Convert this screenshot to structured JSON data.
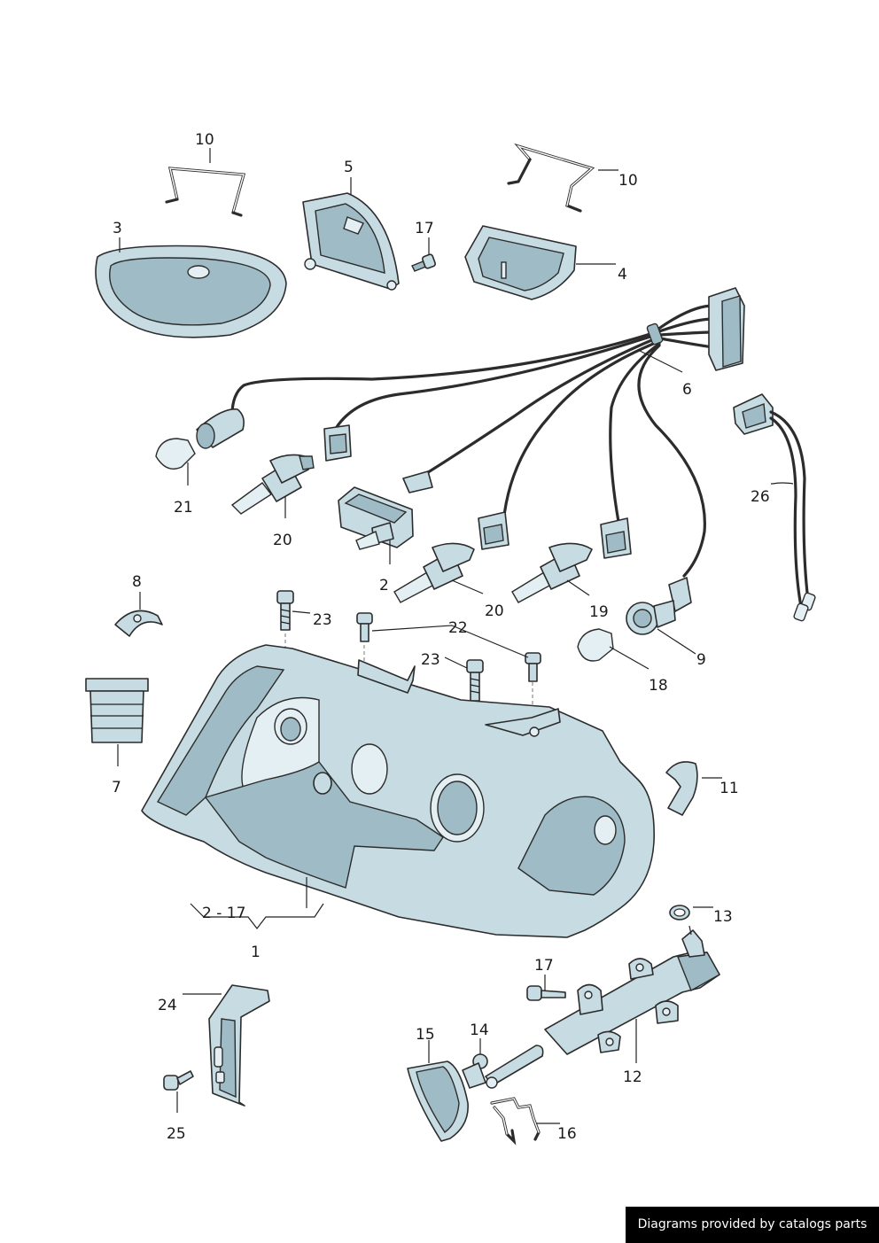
{
  "callouts": {
    "c1": "1",
    "c2_17": "2 - 17",
    "c2": "2",
    "c3": "3",
    "c4": "4",
    "c5": "5",
    "c6": "6",
    "c7": "7",
    "c8": "8",
    "c9": "9",
    "c10a": "10",
    "c10b": "10",
    "c11": "11",
    "c12": "12",
    "c13": "13",
    "c14": "14",
    "c15": "15",
    "c16": "16",
    "c17a": "17",
    "c17b": "17",
    "c18": "18",
    "c19": "19",
    "c20a": "20",
    "c20b": "20",
    "c21": "21",
    "c22": "22",
    "c23a": "23",
    "c23b": "23",
    "c24": "24",
    "c25": "25",
    "c26": "26"
  },
  "credit": "Diagrams provided by catalogs parts",
  "colors": {
    "part_fill": "#c6dbe2",
    "part_dark": "#9fbcc6",
    "outline": "#2c2c2c",
    "credit_bg": "#000000"
  }
}
